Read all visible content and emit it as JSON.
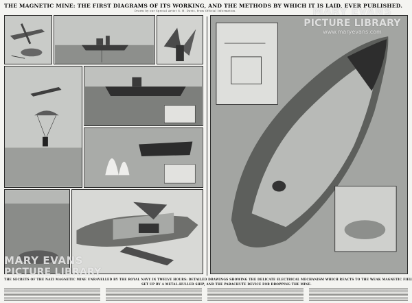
{
  "headline": "THE MAGNETIC MINE: THE FIRST DIAGRAMS OF ITS WORKING, AND THE METHODS BY WHICH IT IS LAID, EVER PUBLISHED.",
  "byline": "Drawn by our Special Artist G. H. Davis, from Official Information.",
  "watermark": {
    "line1": "MARY EVANS",
    "line2": "PICTURE LIBRARY",
    "line3": "www.maryevans.com"
  },
  "watermark_bottom": {
    "line1": "MARY EVANS",
    "line2": "PICTURE LIBRARY"
  },
  "caption": {
    "line1": "THE SECRETS OF THE NAZI MAGNETIC MINE UNRAVELLED BY THE ROYAL NAVY IN TWELVE HOURS: DETAILED DRAWINGS SHOWING THE DELICATE ELECTRICAL MECHANISM WHICH REACTS TO THE WEAK MAGNETIC FIELD",
    "line2": "SET UP BY A METAL-HULLED SHIP, AND THE PARACHUTE DEVICE FOR DROPPING THE MINE."
  },
  "colors": {
    "paper": "#f4f4f1",
    "panel": "#cfd0cd",
    "ink": "#111111"
  }
}
